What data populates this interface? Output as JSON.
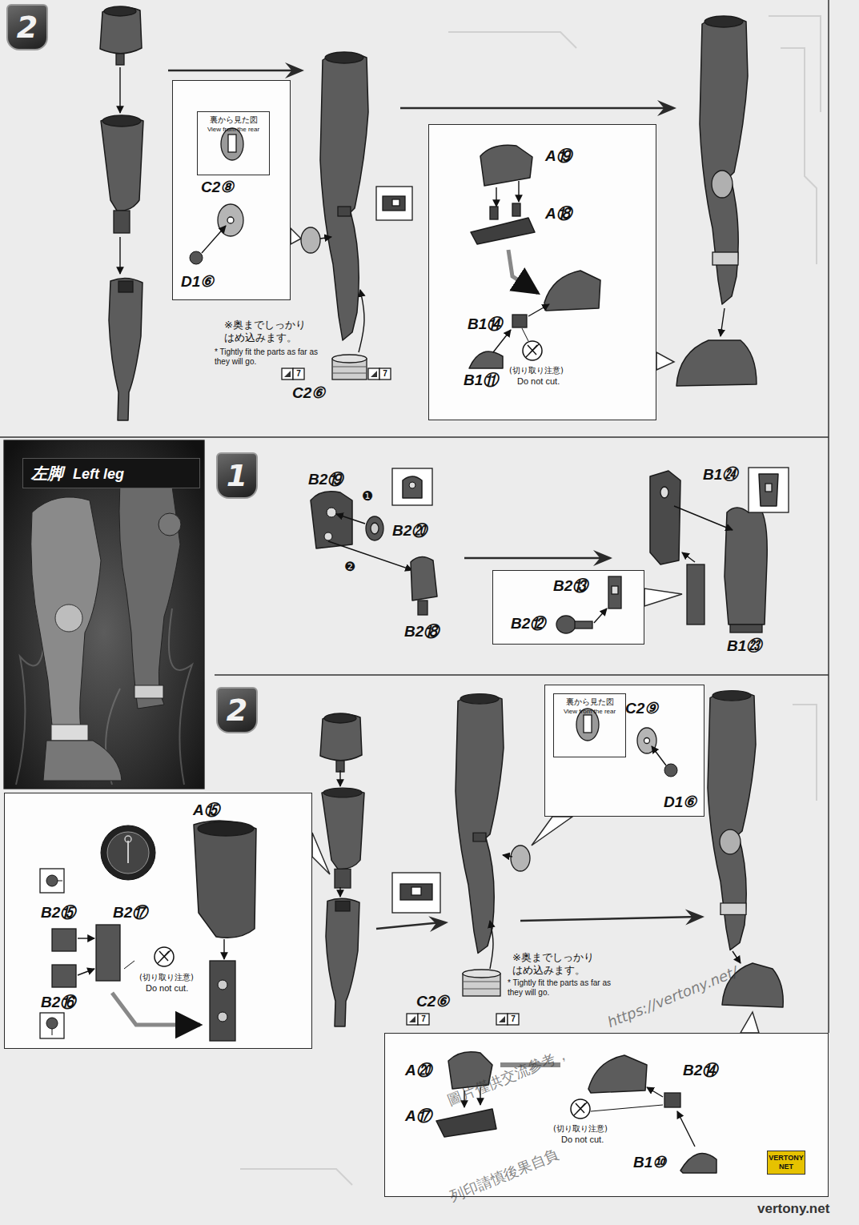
{
  "diagram": {
    "nodes": [
      {
        "text": [
          "2"
        ]
      },
      {
        "text": [
          "C2⑧",
          "D1⑥"
        ]
      },
      {
        "text": [
          "裏から見た図",
          "View from the rear"
        ],
        "in": 1
      },
      {
        "text": [
          "A⑲",
          "A⑱",
          "B1⑭",
          "B1⑪",
          "(切り取り注意)",
          "Do not cut."
        ]
      },
      {
        "text": [
          "左脚",
          "Left leg"
        ]
      },
      {
        "text": [
          "1"
        ]
      },
      {
        "text": [
          "B2⑬",
          "B2⑫"
        ]
      },
      {
        "text": [
          "2"
        ]
      },
      {
        "text": [
          "A⑮",
          "B2⑮",
          "B2⑰",
          "B2⑯",
          "(切り取り注意)",
          "Do not cut."
        ]
      },
      {
        "text": [
          "C2⑨",
          "D1⑥"
        ]
      },
      {
        "text": [
          "裏から見た図",
          "View from the rear"
        ],
        "in": 9
      },
      {
        "text": [
          "A⑳",
          "A⑰",
          "B2⑭",
          "B1⑩",
          "(切り取り注意)",
          "Do not cut."
        ]
      }
    ],
    "labels": [
      "※奥までしっかり はめ込みます。",
      "* Tightly fit the parts as far as they will go.",
      "C2⑥",
      "7",
      "7",
      "B2⑲",
      "❶",
      "B2⑳",
      "❷",
      "B2⑱",
      "B1㉔",
      "B1㉓",
      "※奥までしっかり はめ込みます。",
      "* Tightly fit the parts as far as they will go.",
      "C2⑥",
      "7",
      "7",
      "https://vertony.net/",
      "圖片僅供交流參考，",
      "列印請慎後果自負",
      "VERTONY NET",
      "vertony.net"
    ]
  }
}
